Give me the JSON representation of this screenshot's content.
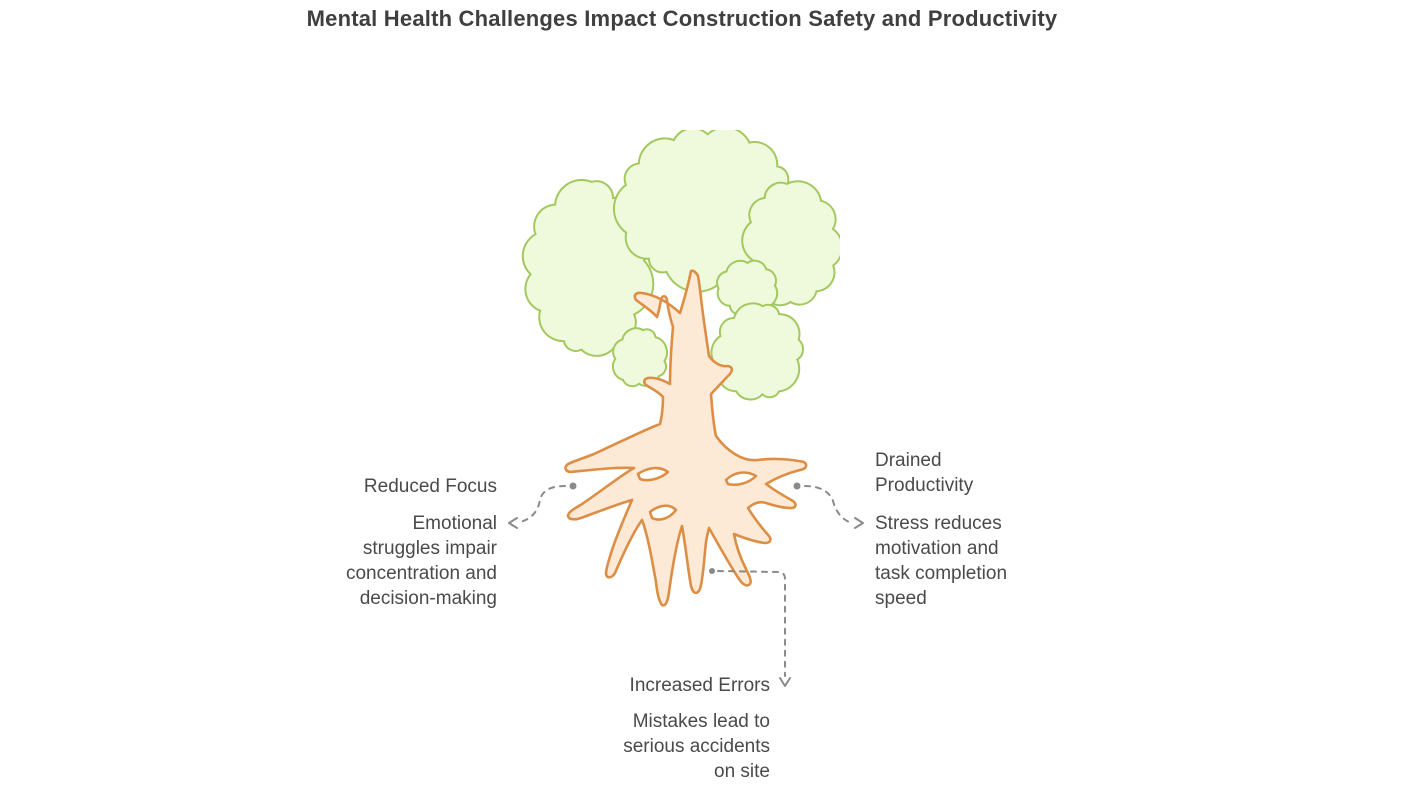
{
  "title": "Mental Health Challenges Impact Construction Safety and Productivity",
  "colors": {
    "canopy_fill": "#effadd",
    "canopy_stroke": "#a3c85e",
    "trunk_fill": "#fce9d6",
    "trunk_stroke": "#dd8e44",
    "connector": "#8a8a8a",
    "title_text": "#3f3f3f",
    "body_text": "#4a4a4a",
    "background": "#ffffff"
  },
  "illustration": {
    "name": "tree-with-roots",
    "canopy_label": "tree canopy",
    "roots_label": "tree trunk and roots"
  },
  "callouts": [
    {
      "id": "left",
      "heading": "Reduced Focus",
      "heading_lines": [
        "Reduced Focus"
      ],
      "body": "Emotional struggles impair concentration and decision-making",
      "body_lines": [
        "Emotional",
        "struggles impair",
        "concentration and",
        "decision-making"
      ]
    },
    {
      "id": "right",
      "heading": "Drained Productivity",
      "heading_lines": [
        "Drained",
        "Productivity"
      ],
      "body": "Stress reduces motivation and task completion speed",
      "body_lines": [
        "Stress reduces",
        "motivation and",
        "task completion",
        "speed"
      ]
    },
    {
      "id": "bottom",
      "heading": "Increased Errors",
      "heading_lines": [
        "Increased Errors"
      ],
      "body": "Mistakes lead to serious accidents on site",
      "body_lines": [
        "Mistakes lead to",
        "serious accidents",
        "on site"
      ]
    }
  ]
}
